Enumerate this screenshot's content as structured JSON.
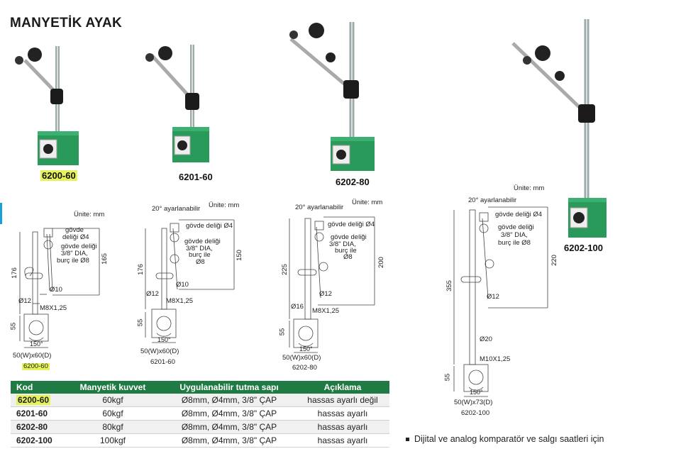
{
  "page": {
    "title": "MANYETİK AYAK"
  },
  "products": [
    {
      "code": "6200-60"
    },
    {
      "code": "6201-60"
    },
    {
      "code": "6202-80"
    },
    {
      "code": "6202-100"
    }
  ],
  "drawings": {
    "unit": "Ünite: mm",
    "adjustable": "20° ayarlanabilir",
    "hole1": "gövde",
    "hole1b": "deliği Ø4",
    "hole_inline": "gövde deliği Ø4",
    "hole2a": "gövde deliği",
    "hole2b": "3/8\" DIA,",
    "hole2c": "burç ile Ø8",
    "hole2d": "burç ile",
    "hole2e": "Ø8",
    "d1": {
      "h176": "176",
      "h165": "165",
      "d10": "Ø10",
      "d12": "Ø12",
      "thread": "M8X1,25",
      "h55": "55",
      "angle": "150°",
      "base": "50(W)x60(D)",
      "code": "6200-60"
    },
    "d2": {
      "h176": "176",
      "h150": "150",
      "d10": "Ø10",
      "d12": "Ø12",
      "thread": "M8X1,25",
      "h55": "55",
      "angle": "150°",
      "base": "50(W)x60(D)",
      "code": "6201-60"
    },
    "d3": {
      "h225": "225",
      "h200": "200",
      "d12": "Ø12",
      "d16": "Ø16",
      "thread": "M8X1,25",
      "h55": "55",
      "angle": "150°",
      "base": "50(W)x60(D)",
      "code": "6202-80"
    },
    "d4": {
      "h355": "355",
      "h220": "220",
      "d12": "Ø12",
      "d20": "Ø20",
      "thread": "M10X1,25",
      "h55": "55",
      "angle": "150°",
      "base": "50(W)x73(D)",
      "code": "6202-100"
    }
  },
  "table": {
    "headers": [
      "Kod",
      "Manyetik kuvvet",
      "Uygulanabilir tutma sapı",
      "Açıklama"
    ],
    "rows": [
      [
        "6200-60",
        "60kgf",
        "Ø8mm, Ø4mm, 3/8\" ÇAP",
        "hassas ayarlı değil"
      ],
      [
        "6201-60",
        "60kgf",
        "Ø8mm, Ø4mm, 3/8\" ÇAP",
        "hassas ayarlı"
      ],
      [
        "6202-80",
        "80kgf",
        "Ø8mm, Ø4mm, 3/8\" ÇAP",
        "hassas ayarlı"
      ],
      [
        "6202-100",
        "100kgf",
        "Ø8mm, Ø4mm, 3/8\" ÇAP",
        "hassas ayarlı"
      ]
    ]
  },
  "note": "Dijital ve analog komparatör ve salgı saatleri için",
  "colors": {
    "header_green": "#1f7a43",
    "highlight": "#e6f25a",
    "base_green": "#2a9a5a"
  }
}
